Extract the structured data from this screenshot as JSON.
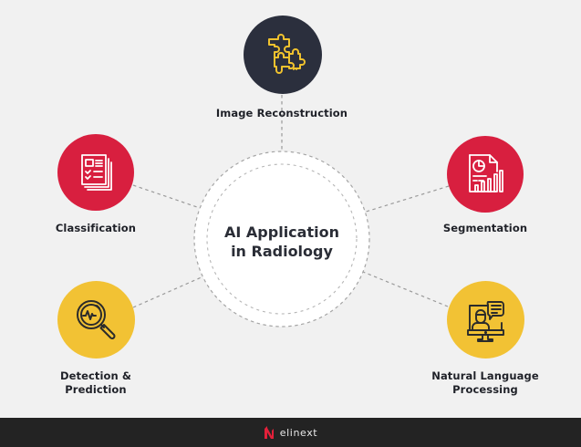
{
  "diagram": {
    "center": {
      "title_line1": "AI Application",
      "title_line2": "in Radiology"
    },
    "nodes": [
      {
        "id": "image-reconstruction",
        "label_line1": "Image Reconstruction",
        "label_line2": "",
        "icon": "puzzle-pieces-icon",
        "color": "#2b2f3d",
        "icon_color": "#f0c22e"
      },
      {
        "id": "classification",
        "label_line1": "Classification",
        "label_line2": "",
        "icon": "document-checklist-icon",
        "color": "#d81f3f",
        "icon_color": "#ffffff"
      },
      {
        "id": "segmentation",
        "label_line1": "Segmentation",
        "label_line2": "",
        "icon": "report-chart-icon",
        "color": "#d81f3f",
        "icon_color": "#ffffff"
      },
      {
        "id": "detection-prediction",
        "label_line1": "Detection &",
        "label_line2": "Prediction",
        "icon": "magnifier-pulse-icon",
        "color": "#f2c234",
        "icon_color": "#2b2b2b"
      },
      {
        "id": "natural-language-processing",
        "label_line1": "Natural Language",
        "label_line2": "Processing",
        "icon": "monitor-chat-icon",
        "color": "#f2c234",
        "icon_color": "#2b2b2b"
      }
    ]
  },
  "footer": {
    "brand": "elinext",
    "brand_accent": "#e3203a"
  }
}
